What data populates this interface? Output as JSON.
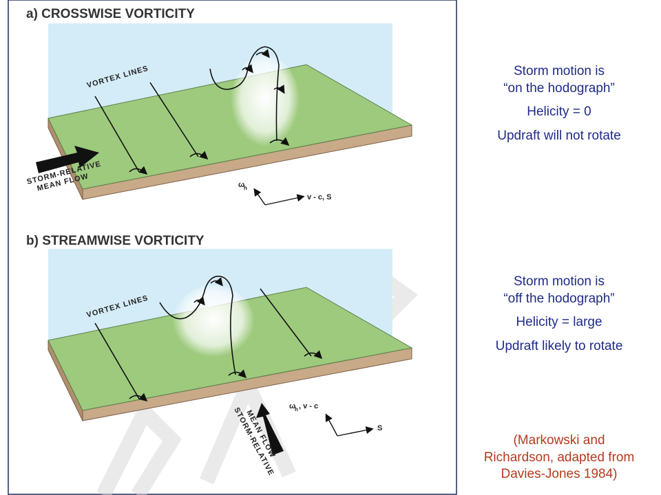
{
  "panel_a": {
    "title": "a) CROSSWISE VORTICITY",
    "vortex_label": "VORTEX LINES",
    "flow_label_1": "STORM-RELATIVE",
    "flow_label_2": "MEAN FLOW",
    "omega_label": "ω",
    "omega_sub": "h",
    "vector_label": "v - c, S"
  },
  "panel_b": {
    "title": "b) STREAMWISE VORTICITY",
    "vortex_label": "VORTEX LINES",
    "flow_label_1": "STORM-RELATIVE",
    "flow_label_2": "MEAN FLOW",
    "omega_label": "ω",
    "omega_sub": "h",
    "vector_label": ", v - c",
    "s_label": "S"
  },
  "notes_a": {
    "line1": "Storm motion is",
    "line2": "“on the hodograph”",
    "helicity": "Helicity = 0",
    "updraft": "Updraft will not rotate"
  },
  "notes_b": {
    "line1": "Storm motion is",
    "line2": "“off the hodograph”",
    "helicity": "Helicity = large",
    "updraft": "Updraft likely to rotate"
  },
  "citation": {
    "line1": "(Markowski and",
    "line2": "Richardson, adapted from",
    "line3": "Davies-Jones 1984)"
  },
  "colors": {
    "sky": "#d4ecf7",
    "ground": "#9dca7d",
    "soil": "#c8a988",
    "notes_text": "#1f2a86",
    "citation_text": "#b53a1e"
  }
}
